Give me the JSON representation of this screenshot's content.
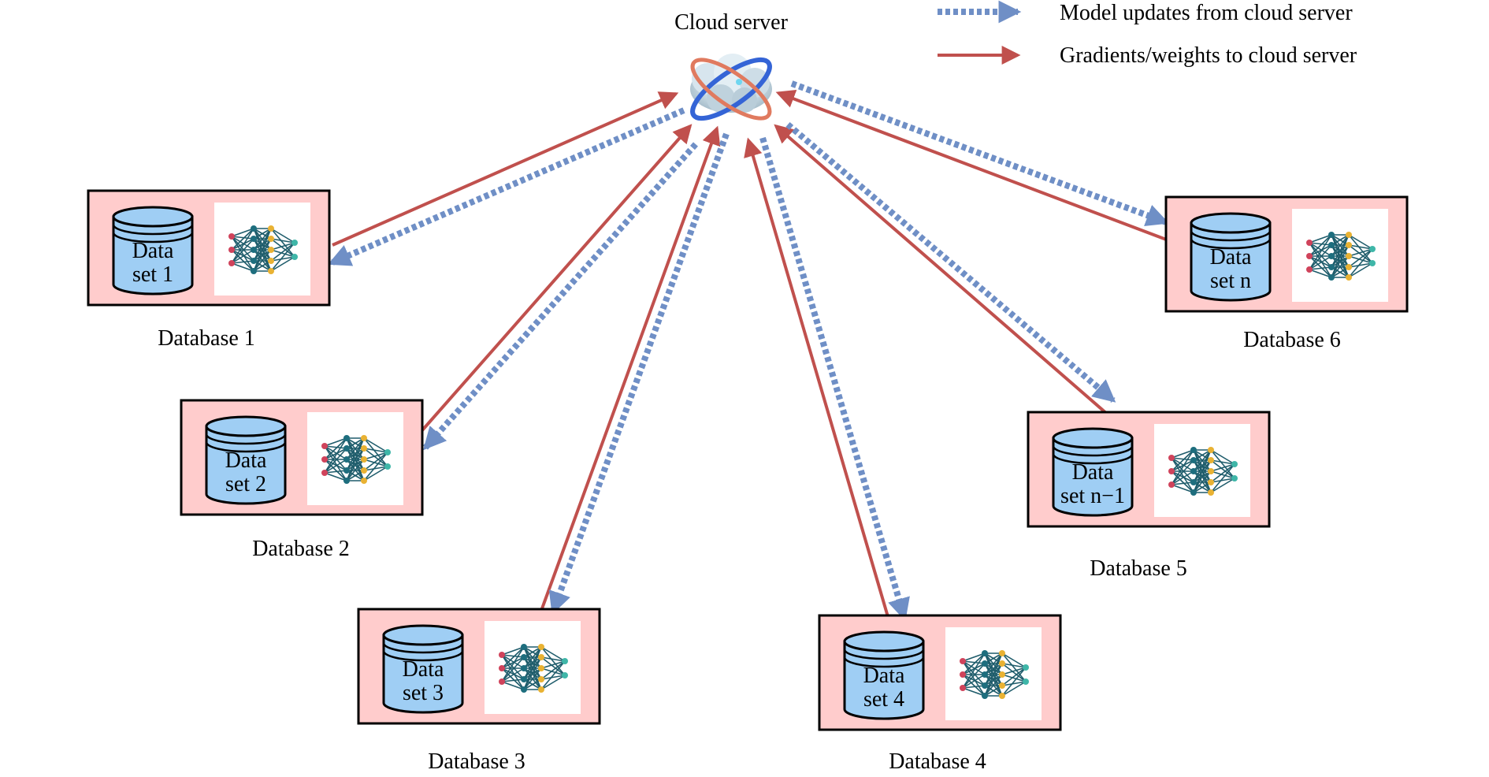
{
  "title": "Cloud server",
  "legend": {
    "model_updates": "Model updates from cloud server",
    "gradients": "Gradients/weights to cloud server"
  },
  "colors": {
    "dotted_arrow": "#6f8fc6",
    "solid_arrow": "#c0504d",
    "box_fill": "#ffcccc",
    "cylinder_fill": "#9fcef4"
  },
  "icons": {
    "server": "cloud-server-icon",
    "network": "neural-network-icon",
    "storage": "database-cylinder-icon"
  },
  "databases": [
    {
      "label": "Database 1",
      "data_line1": "Data",
      "data_line2": "set 1"
    },
    {
      "label": "Database 2",
      "data_line1": "Data",
      "data_line2": "set 2"
    },
    {
      "label": "Database 3",
      "data_line1": "Data",
      "data_line2": "set 3"
    },
    {
      "label": "Database 4",
      "data_line1": "Data",
      "data_line2": "set 4"
    },
    {
      "label": "Database 5",
      "data_line1": "Data",
      "data_line2": "set n−1"
    },
    {
      "label": "Database 6",
      "data_line1": "Data",
      "data_line2": "set n"
    }
  ]
}
